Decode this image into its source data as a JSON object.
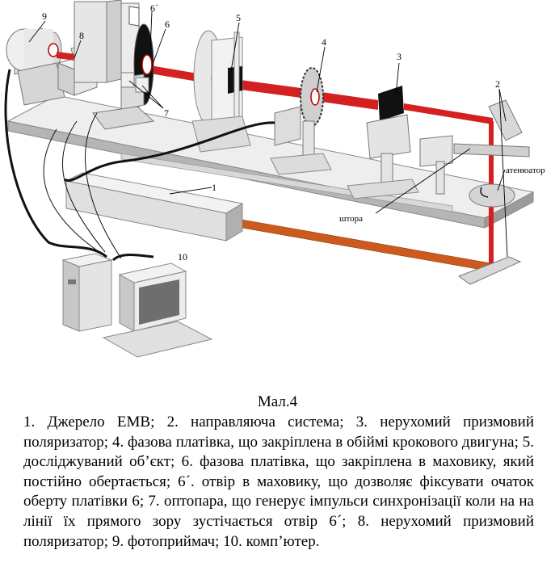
{
  "figure": {
    "labels": {
      "n1": "1",
      "n2": "2",
      "n3": "3",
      "n4": "4",
      "n5": "5",
      "n6": "6",
      "n6p": "6´",
      "n7": "7",
      "n8": "8",
      "n9": "9",
      "n10": "10",
      "attenuator": "атенюатор",
      "shutter": "штора"
    },
    "colors": {
      "beam": "#d42020",
      "beam_orange": "#cc5a1e",
      "box_light": "#eeeeee",
      "box_mid": "#cfcfcf",
      "box_dark": "#9c9c9c",
      "cable": "#111111"
    }
  },
  "caption": {
    "title": "Мал.4",
    "text": "1. Джерело ЕМВ; 2. направляюча система; 3. нерухомий призмовий поляризатор; 4. фазова платівка, що закріплена в обіймі крокового двигуна; 5. досліджуваний об’єкт; 6. фазова платівка, що закріплена в маховику, який постійно обертається; 6´. отвір в маховику, що дозволяє фіксувати очаток оберту платівки 6; 7. оптопара, що генерує імпульси синхронізації коли на на лінії їх прямого зору зустічається отвір 6´; 8. нерухомий призмовий поляризатор; 9. фотоприймач; 10. комп’ютер."
  }
}
